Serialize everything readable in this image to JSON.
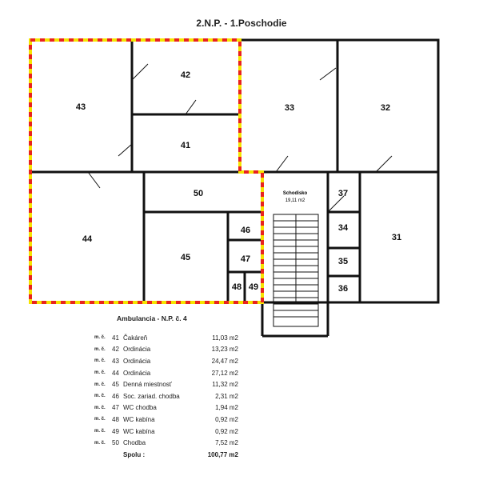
{
  "title": "2.N.P. - 1.Poschodie",
  "rooms": {
    "r31": "31",
    "r32": "32",
    "r33": "33",
    "r34": "34",
    "r35": "35",
    "r36": "36",
    "r37": "37",
    "r41": "41",
    "r42": "42",
    "r43": "43",
    "r44": "44",
    "r45": "45",
    "r46": "46",
    "r47": "47",
    "r48": "48",
    "r49": "49",
    "r50": "50"
  },
  "stairs": {
    "label": "Schodisko",
    "area": "19,11 m2"
  },
  "highlight_colors": {
    "dash1": "#e8231e",
    "dash2": "#f5e400"
  },
  "table": {
    "heading": "Ambulancia - N.P. č. 4",
    "rows": [
      {
        "prefix": "m. č.",
        "no": "41",
        "name": "Čakáreň",
        "area": "11,03 m2"
      },
      {
        "prefix": "m. č.",
        "no": "42",
        "name": "Ordinácia",
        "area": "13,23 m2"
      },
      {
        "prefix": "m. č.",
        "no": "43",
        "name": "Ordinácia",
        "area": "24,47 m2"
      },
      {
        "prefix": "m. č.",
        "no": "44",
        "name": "Ordinácia",
        "area": "27,12 m2"
      },
      {
        "prefix": "m. č.",
        "no": "45",
        "name": "Denná miestnosť",
        "area": "11,32 m2"
      },
      {
        "prefix": "m. č.",
        "no": "46",
        "name": "Soc. zariad. chodba",
        "area": "2,31 m2"
      },
      {
        "prefix": "m. č.",
        "no": "47",
        "name": "WC chodba",
        "area": "1,94 m2"
      },
      {
        "prefix": "m. č.",
        "no": "48",
        "name": "WC kabína",
        "area": "0,92 m2"
      },
      {
        "prefix": "m. č.",
        "no": "49",
        "name": "WC kabína",
        "area": "0,92 m2"
      },
      {
        "prefix": "m. č.",
        "no": "50",
        "name": "Chodba",
        "area": "7,52 m2"
      }
    ],
    "total_label": "Spolu :",
    "total_area": "100,77 m2"
  }
}
